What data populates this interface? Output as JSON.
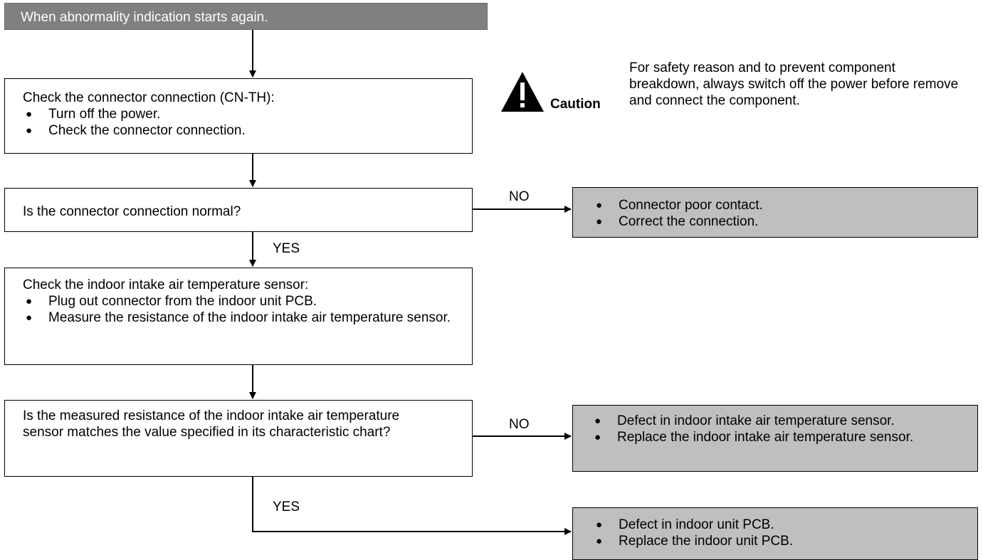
{
  "start": "When abnormality indication starts again.",
  "step1": {
    "title": "Check the connector connection (CN-TH):",
    "bullets": [
      "Turn off the power.",
      "Check the connector connection."
    ]
  },
  "q1": "Is the connector connection normal?",
  "q1_no_result": [
    "Connector poor contact.",
    "Correct the connection."
  ],
  "step2": {
    "title": "Check the indoor intake air temperature sensor:",
    "bullets": [
      "Plug out connector from the indoor unit PCB.",
      "Measure the resistance of the indoor intake air temperature sensor."
    ]
  },
  "q2": "Is the measured resistance of the indoor intake air temperature sensor matches the value specified in its characteristic chart?",
  "q2_no_result": [
    "Defect in indoor intake air temperature sensor.",
    "Replace the indoor intake air temperature sensor."
  ],
  "q2_yes_result": [
    "Defect in indoor unit PCB.",
    "Replace the indoor unit PCB."
  ],
  "labels": {
    "no1": "NO",
    "yes1": "YES",
    "no2": "NO",
    "yes2": "YES"
  },
  "caution": {
    "label": "Caution",
    "text": "For safety reason and to prevent component breakdown, always switch off the power before remove and connect the component."
  }
}
